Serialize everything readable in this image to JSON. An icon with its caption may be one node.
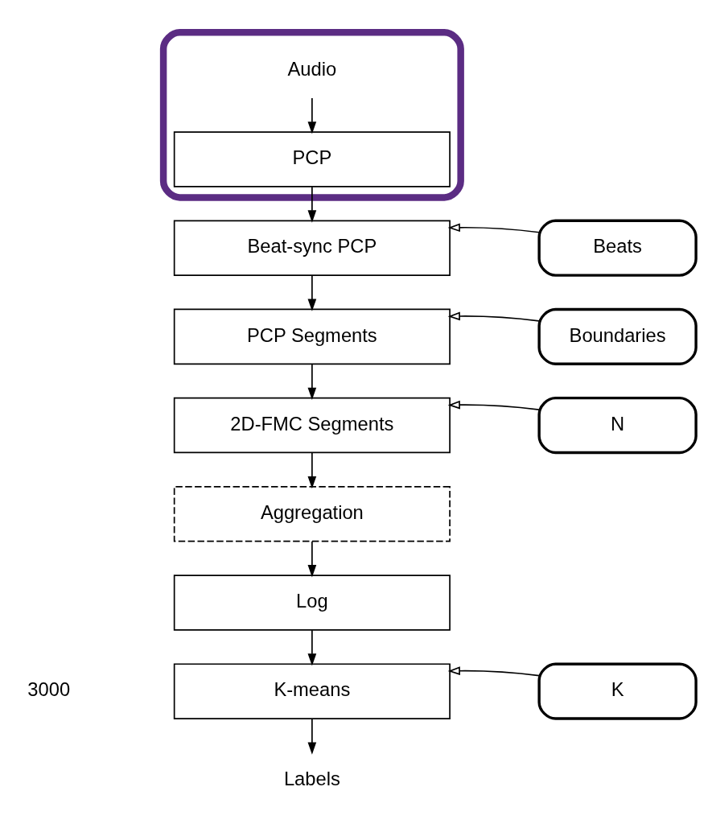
{
  "diagram": {
    "nodes": [
      {
        "text": [],
        "shape": "box"
      },
      {
        "text": [
          "Audio"
        ],
        "in": 0
      },
      {
        "text": [
          "PCP"
        ],
        "in": 0
      },
      {
        "text": [
          "Beat-sync PCP"
        ]
      },
      {
        "text": [
          "Beats"
        ]
      },
      {
        "text": [
          "PCP Segments"
        ]
      },
      {
        "text": [
          "Boundaries"
        ]
      },
      {
        "text": [
          "2D-FMC Segments"
        ]
      },
      {
        "text": [
          "N"
        ]
      },
      {
        "text": [
          "Aggregation"
        ]
      },
      {
        "text": [
          "Log"
        ]
      },
      {
        "text": [
          "K-means"
        ]
      },
      {
        "text": [
          "K"
        ]
      },
      {
        "text": [
          "Labels"
        ]
      }
    ],
    "edges": [
      {
        "from": 1,
        "to": 2,
        "arrow": "to"
      },
      {
        "from": 2,
        "to": 3,
        "arrow": "to"
      },
      {
        "from": 4,
        "to": 3,
        "arrow": "to"
      },
      {
        "from": 3,
        "to": 5,
        "arrow": "to"
      },
      {
        "from": 6,
        "to": 5,
        "arrow": "to"
      },
      {
        "from": 5,
        "to": 7,
        "arrow": "to"
      },
      {
        "from": 8,
        "to": 7,
        "arrow": "to"
      },
      {
        "from": 7,
        "to": 9,
        "arrow": "to"
      },
      {
        "from": 9,
        "to": 10,
        "arrow": "to"
      },
      {
        "from": 10,
        "to": 11,
        "arrow": "to"
      },
      {
        "from": 12,
        "to": 11,
        "arrow": "to"
      },
      {
        "from": 11,
        "to": 13,
        "arrow": "to"
      }
    ],
    "labels": [
      "3000"
    ]
  }
}
